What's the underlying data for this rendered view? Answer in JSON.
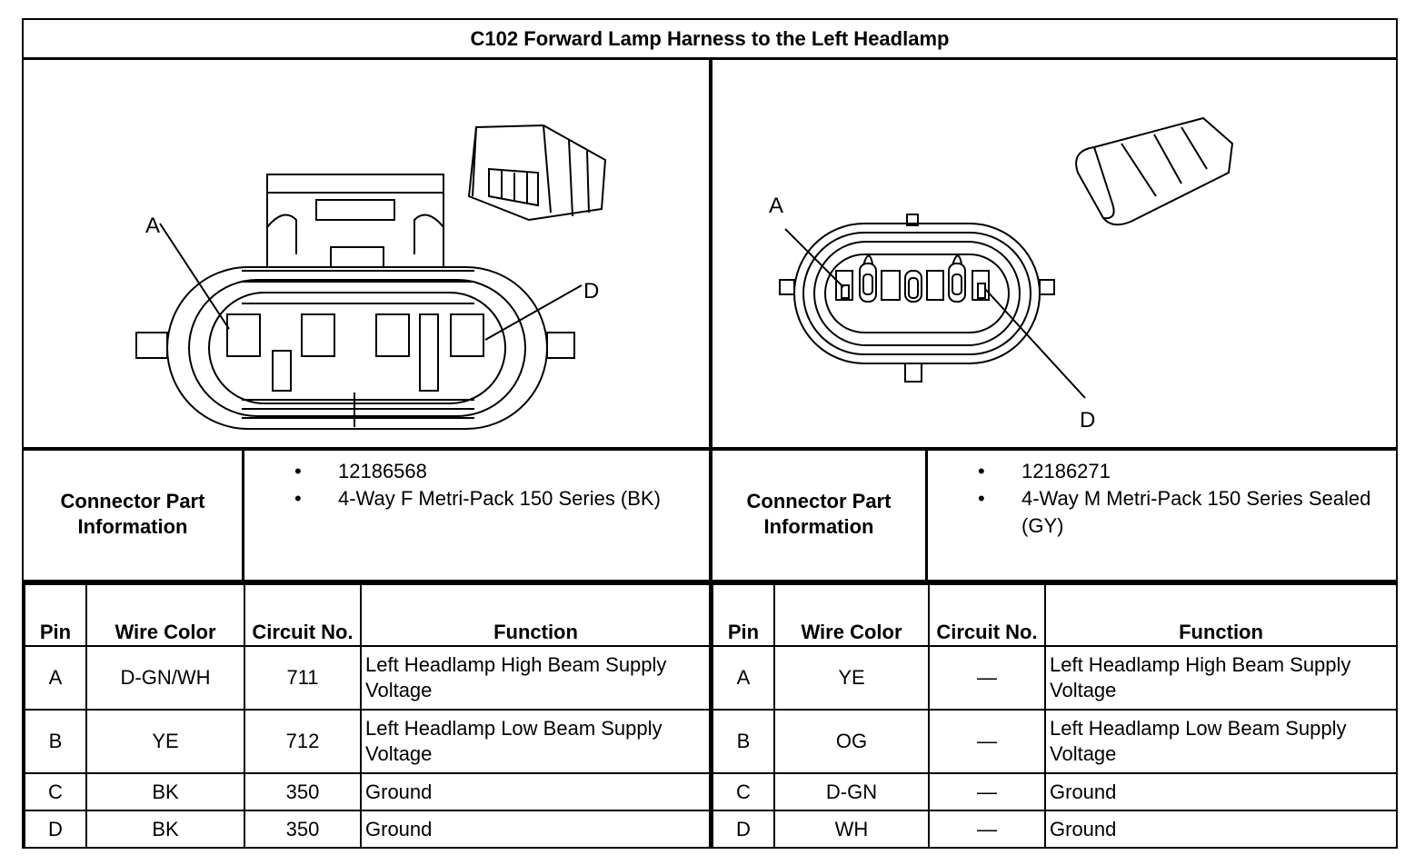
{
  "title": "C102 Forward Lamp Harness to the Left Headlamp",
  "left": {
    "diagram": {
      "pin_label_a": "A",
      "pin_label_d": "D"
    },
    "connector_label": "Connector Part Information",
    "part_info": [
      "12186568",
      "4-Way F Metri-Pack 150 Series (BK)"
    ],
    "headers": {
      "pin": "Pin",
      "wire_color": "Wire Color",
      "circuit": "Circuit No.",
      "function": "Function"
    },
    "rows": [
      {
        "pin": "A",
        "wire_color": "D-GN/WH",
        "circuit": "711",
        "function": "Left Headlamp High Beam Supply Voltage"
      },
      {
        "pin": "B",
        "wire_color": "YE",
        "circuit": "712",
        "function": "Left Headlamp Low Beam Supply Voltage"
      },
      {
        "pin": "C",
        "wire_color": "BK",
        "circuit": "350",
        "function": "Ground"
      },
      {
        "pin": "D",
        "wire_color": "BK",
        "circuit": "350",
        "function": "Ground"
      }
    ]
  },
  "right": {
    "diagram": {
      "pin_label_a": "A",
      "pin_label_d": "D"
    },
    "connector_label": "Connector Part Information",
    "part_info": [
      "12186271",
      "4-Way M Metri-Pack 150 Series Sealed (GY)"
    ],
    "headers": {
      "pin": "Pin",
      "wire_color": "Wire Color",
      "circuit": "Circuit No.",
      "function": "Function"
    },
    "rows": [
      {
        "pin": "A",
        "wire_color": "YE",
        "circuit": "—",
        "function": "Left Headlamp High Beam Supply Voltage"
      },
      {
        "pin": "B",
        "wire_color": "OG",
        "circuit": "—",
        "function": "Left Headlamp Low Beam Supply Voltage"
      },
      {
        "pin": "C",
        "wire_color": "D-GN",
        "circuit": "—",
        "function": "Ground"
      },
      {
        "pin": "D",
        "wire_color": "WH",
        "circuit": "—",
        "function": "Ground"
      }
    ]
  }
}
